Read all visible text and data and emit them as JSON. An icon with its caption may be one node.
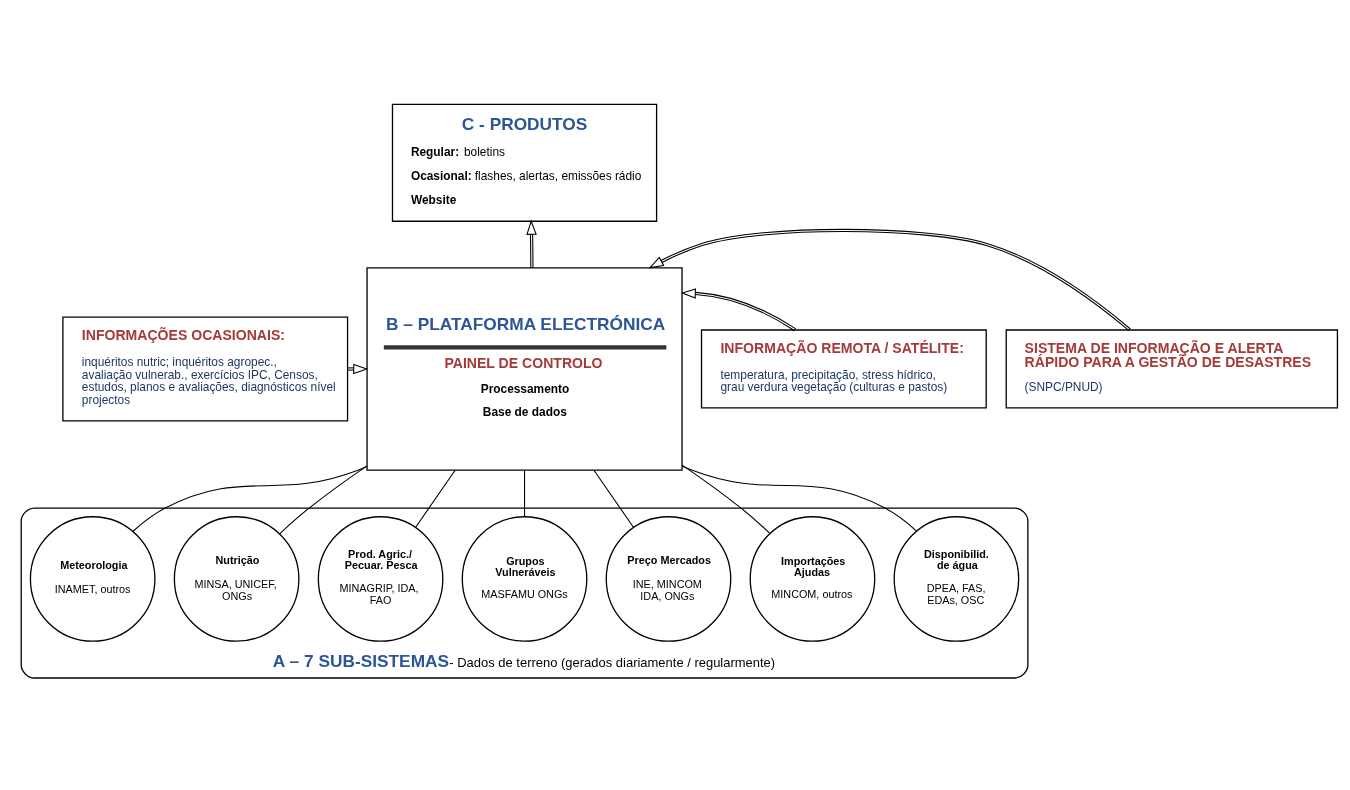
{
  "diagram": {
    "nodes": [
      {
        "text": [
          "C - PRODUTOS",
          "**Regular:** boletins",
          "**Ocasional:** flashes, alertas, emissões rádio",
          "**Website**"
        ]
      },
      {
        "text": [
          "INFORMAÇÕES OCASIONAIS:",
          "inquéritos nutric; inquéritos agropec., avaliação vulnerab., exercícios IPC, Censos, estudos, planos e avaliações, diagnósticos nível projectos"
        ]
      },
      {
        "text": [
          "B – PLATAFORMA ELECTRÓNICA",
          "PAINEL DE CONTROLO",
          "Processamento",
          "Base de dados"
        ]
      },
      {
        "text": [
          "INFORMAÇÃO REMOTA / SATÉLITE:",
          "temperatura, precipitação, stress hídrico, grau verdura vegetação (culturas e pastos)"
        ]
      },
      {
        "text": [
          "SISTEMA DE INFORMAÇÃO E ALERTA RÁPIDO PARA A GESTÃO DE DESASTRES",
          "(SNPC/PNUD)"
        ]
      },
      {
        "text": [
          "A – 7 SUB-SISTEMAS",
          "- Dados de terreno (gerados diariamente / regularmente)"
        ]
      },
      {
        "text": [
          "Meteorologia",
          "INAMET, outros"
        ],
        "in": 5
      },
      {
        "text": [
          "Nutrição",
          "MINSA, UNICEF, ONGs"
        ],
        "in": 5
      },
      {
        "text": [
          "Prod. Agric./ Pecuar. Pesca",
          "MINAGRIP, IDA, FAO"
        ],
        "in": 5
      },
      {
        "text": [
          "Grupos Vulneráveis",
          "MASFAMU ONGs"
        ],
        "in": 5
      },
      {
        "text": [
          "Preço Mercados",
          "INE, MINCOM IDA, ONGs"
        ],
        "in": 5
      },
      {
        "text": [
          "Importações Ajudas",
          "MINCOM, outros"
        ],
        "in": 5
      },
      {
        "text": [
          "Disponibilid. de água",
          "DPEA, FAS, EDAs, OSC"
        ],
        "in": 5
      }
    ],
    "edges": [
      {
        "from": 2,
        "to": 0,
        "arrow": "to"
      },
      {
        "from": 1,
        "to": 2,
        "arrow": "to"
      },
      {
        "from": 3,
        "to": 2,
        "arrow": "to"
      },
      {
        "from": 4,
        "to": 2,
        "arrow": "to"
      },
      {
        "from": 2,
        "to": 6,
        "arrow": "none"
      },
      {
        "from": 2,
        "to": 7,
        "arrow": "none"
      },
      {
        "from": 2,
        "to": 8,
        "arrow": "none"
      },
      {
        "from": 2,
        "to": 9,
        "arrow": "none"
      },
      {
        "from": 2,
        "to": 10,
        "arrow": "none"
      },
      {
        "from": 2,
        "to": 11,
        "arrow": "none"
      },
      {
        "from": 2,
        "to": 12,
        "arrow": "none"
      }
    ]
  }
}
